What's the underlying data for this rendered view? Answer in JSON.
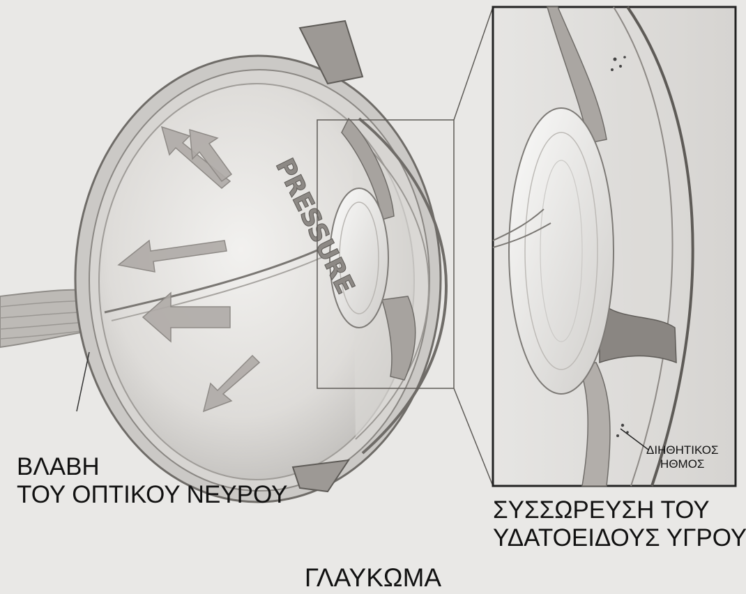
{
  "title": "ΓΛΑΥΚΩΜΑ",
  "labels": {
    "pressure": "PRESSURE",
    "optic_nerve_damage": [
      "ΒΛΑΒΗ",
      "ΤΟΥ ΟΠΤΙΚΟΥ ΝΕΥΡΟΥ"
    ],
    "aqueous_buildup": [
      "ΣΥΣΣΩΡΕΥΣΗ ΤΟΥ",
      "ΥΔΑΤΟΕΙΔΟΥΣ ΥΓΡΟΥ"
    ],
    "trabecular_meshwork": [
      "ΔΙΗΘΗΤΙΚΟΣ",
      "ΗΘΜΟΣ"
    ]
  },
  "colors": {
    "background": "#e9e8e6",
    "tissue": "#c9c7c4",
    "arrows": "#aeaaa6",
    "text": "#111111"
  }
}
